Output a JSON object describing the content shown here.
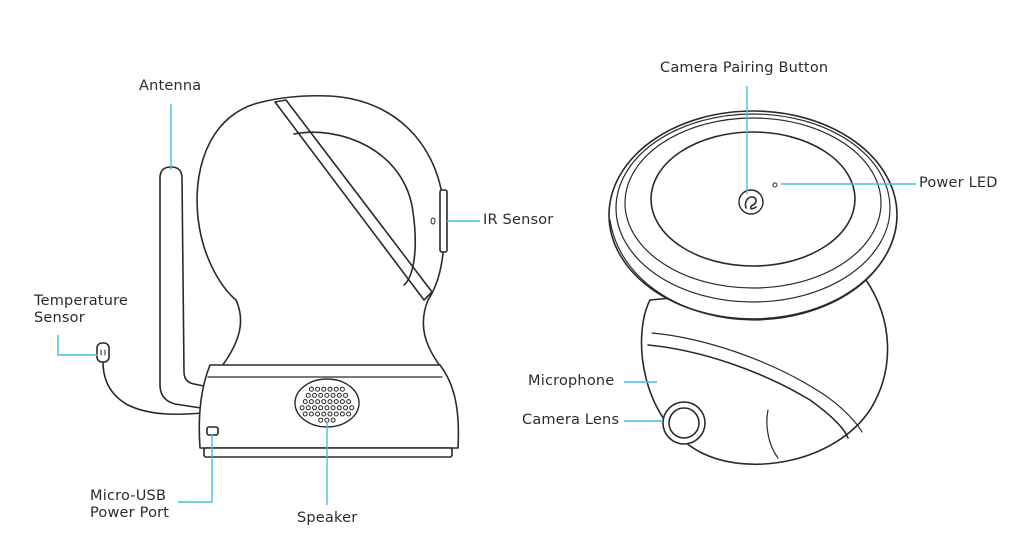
{
  "colors": {
    "line": "#2a2a2a",
    "leader": "#3fc0e8",
    "text": "#2c2c2c",
    "fill": "#ffffff"
  },
  "left_view": {
    "labels": {
      "antenna": "Antenna",
      "temperature_sensor_line1": "Temperature",
      "temperature_sensor_line2": "Sensor",
      "ir_sensor": "IR Sensor",
      "micro_usb_line1": "Micro-USB",
      "micro_usb_line2": "Power Port",
      "speaker": "Speaker"
    }
  },
  "right_view": {
    "labels": {
      "camera_pairing_button": "Camera Pairing Button",
      "power_led": "Power LED",
      "microphone": "Microphone",
      "camera_lens": "Camera Lens"
    },
    "pairing_button_icon": "pairing-logo-icon"
  }
}
